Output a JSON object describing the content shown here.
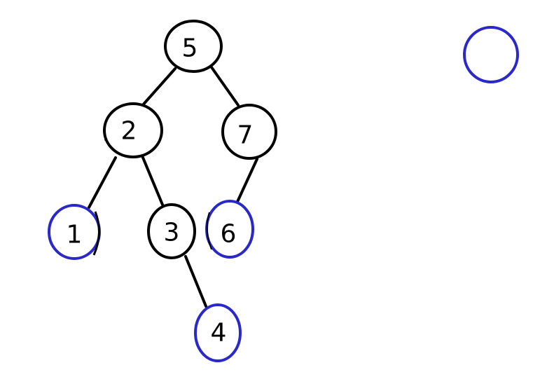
{
  "colors": {
    "edge": "#000000",
    "node_default_stroke": "#000000",
    "node_highlight_stroke": "#2a28c8",
    "background": "#ffffff"
  },
  "tree": {
    "nodes": {
      "n5": {
        "label": "5",
        "highlight": false
      },
      "n2": {
        "label": "2",
        "highlight": false
      },
      "n7": {
        "label": "7",
        "highlight": false
      },
      "n1": {
        "label": "1",
        "highlight": true
      },
      "n3": {
        "label": "3",
        "highlight": false
      },
      "n6": {
        "label": "6",
        "highlight": true
      },
      "n4": {
        "label": "4",
        "highlight": true
      },
      "empty": {
        "label": "",
        "highlight": true
      }
    },
    "edges": [
      {
        "from": "5",
        "to": "2"
      },
      {
        "from": "5",
        "to": "7"
      },
      {
        "from": "2",
        "to": "1"
      },
      {
        "from": "2",
        "to": "3"
      },
      {
        "from": "7",
        "to": "6"
      },
      {
        "from": "3",
        "to": "4"
      }
    ]
  }
}
